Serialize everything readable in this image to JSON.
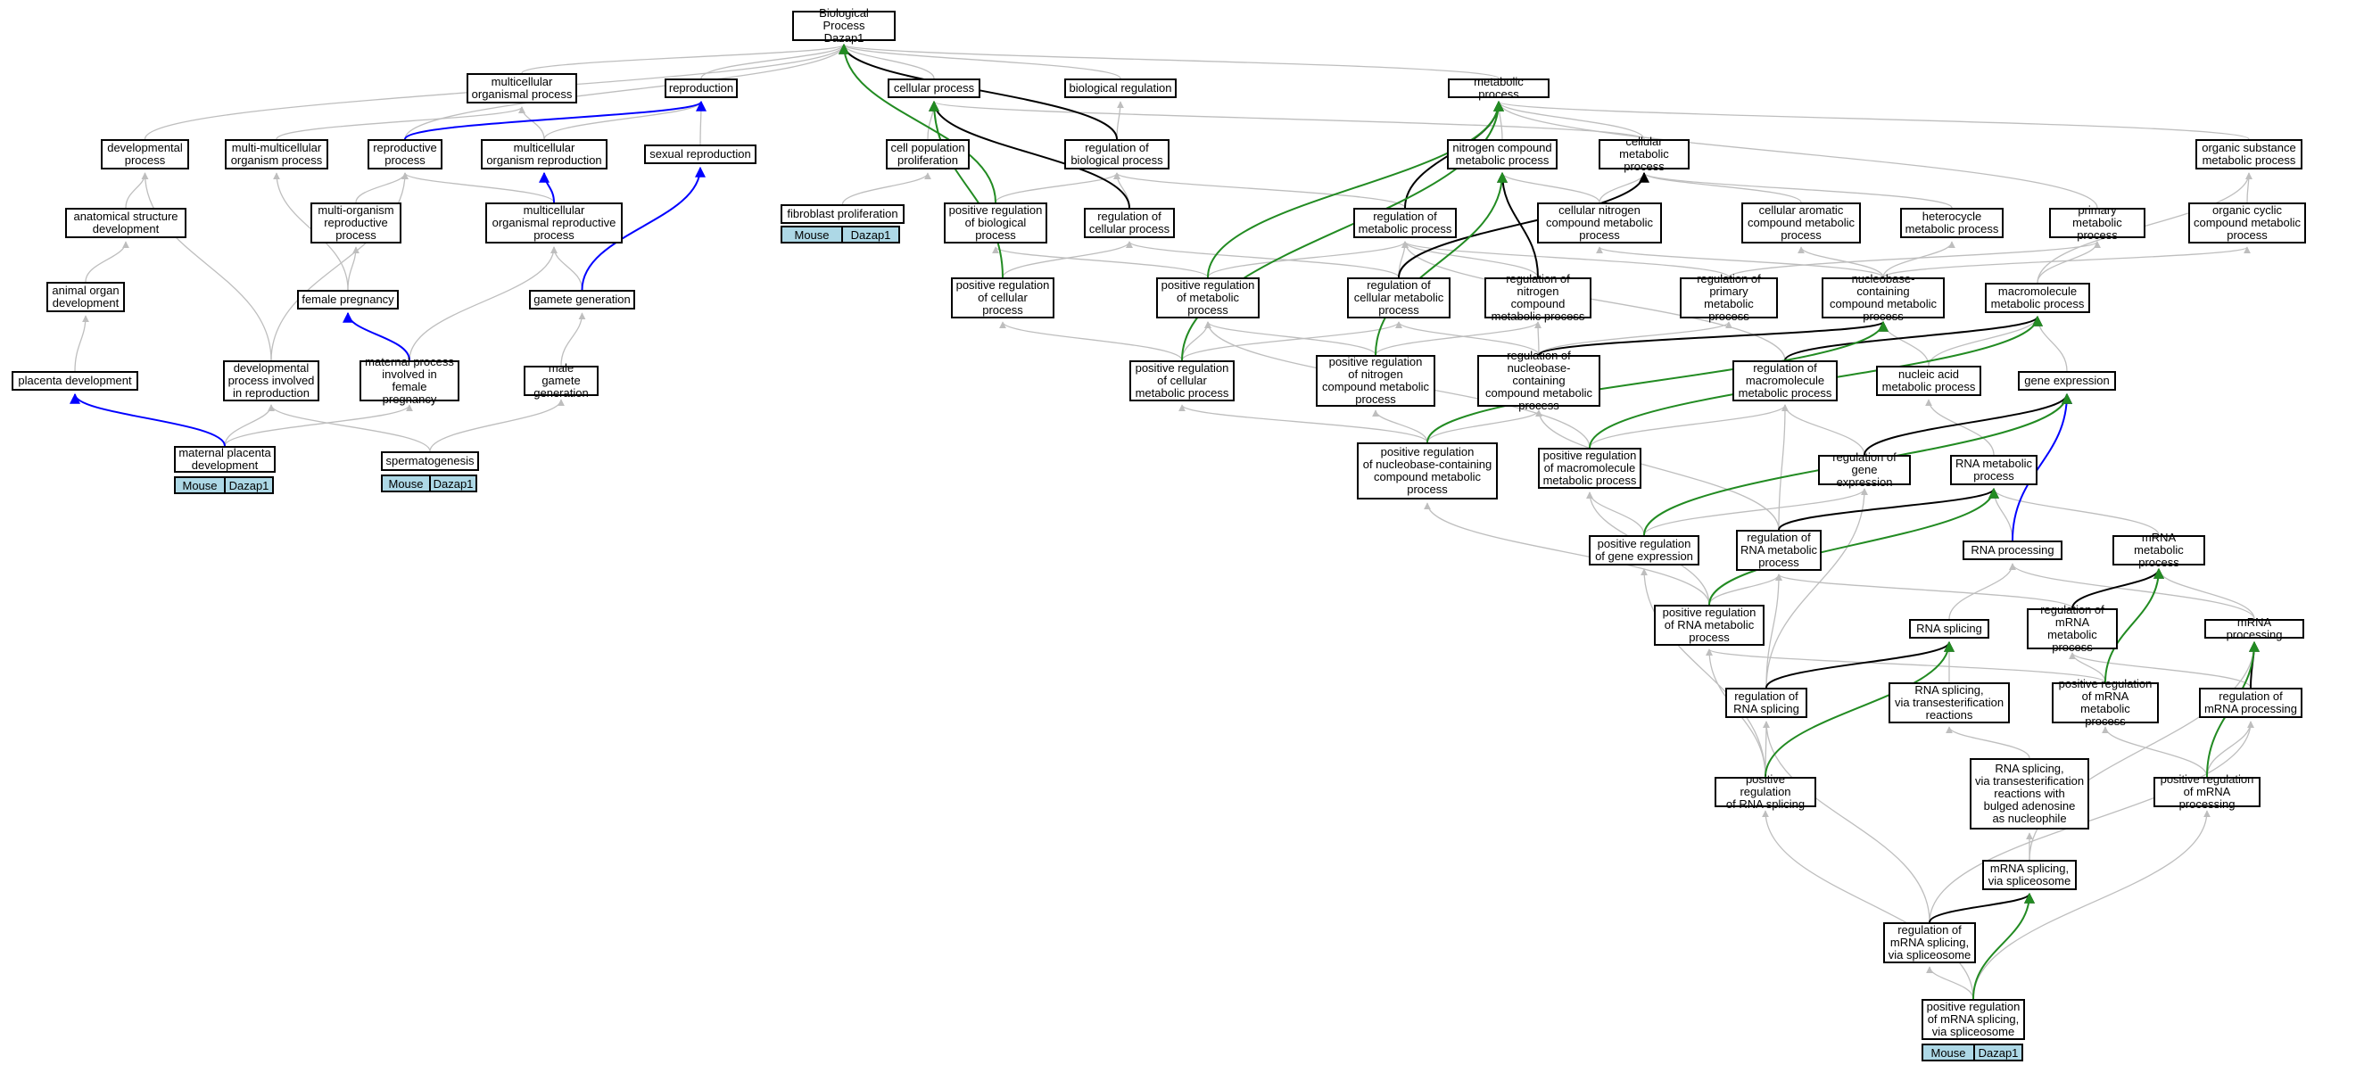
{
  "title": "Biological Process\nDazap1",
  "nodes": {
    "bp": "Biological Process\nDazap1",
    "multi_org": "multicellular\norganismal process",
    "reproduction": "reproduction",
    "cellular_process": "cellular process",
    "bio_reg": "biological regulation",
    "metabolic": "metabolic process",
    "dev_process": "developmental\nprocess",
    "mm_org": "multi-multicellular\norganism process",
    "repro_process": "reproductive\nprocess",
    "mc_org_repro": "multicellular\norganism reproduction",
    "sexual_repro": "sexual reproduction",
    "cell_pop_prolif": "cell population\nproliferation",
    "reg_bio": "regulation of\nbiological process",
    "nitrogen_comp": "nitrogen compound\nmetabolic process",
    "cell_metab": "cellular metabolic\nprocess",
    "org_subst": "organic substance\nmetabolic process",
    "anat_struct": "anatomical structure\ndevelopment",
    "multi_org_repro": "multi-organism\nreproductive\nprocess",
    "mc_org_repro_proc": "multicellular\norganismal reproductive\nprocess",
    "fibro_prolif": "fibroblast proliferation",
    "pos_reg_bio": "positive regulation\nof biological\nprocess",
    "reg_cell": "regulation of\ncellular process",
    "reg_metab": "regulation of\nmetabolic process",
    "cell_nitro": "cellular nitrogen\ncompound metabolic\nprocess",
    "cell_arom": "cellular aromatic\ncompound metabolic\nprocess",
    "heterocycle": "heterocycle\nmetabolic process",
    "primary_metab": "primary metabolic\nprocess",
    "org_cyclic": "organic cyclic\ncompound metabolic\nprocess",
    "animal_organ": "animal organ\ndevelopment",
    "female_preg": "female pregnancy",
    "gamete_gen": "gamete generation",
    "pos_reg_cell": "positive regulation\nof cellular\nprocess",
    "pos_reg_metab": "positive regulation\nof metabolic\nprocess",
    "reg_cell_metab": "regulation of\ncellular metabolic\nprocess",
    "reg_nitro": "regulation of\nnitrogen compound\nmetabolic process",
    "reg_primary": "regulation of\nprimary metabolic\nprocess",
    "nucleobase": "nucleobase-containing\ncompound metabolic\nprocess",
    "macromol": "macromolecule\nmetabolic process",
    "placenta_dev": "placenta development",
    "dev_repro": "developmental\nprocess involved\nin reproduction",
    "maternal_preg": "maternal process\ninvolved in\nfemale pregnancy",
    "male_gamete": "male gamete\ngeneration",
    "pos_reg_cell_metab": "positive regulation\nof cellular\nmetabolic process",
    "pos_reg_nitro": "positive regulation\nof nitrogen\ncompound metabolic\nprocess",
    "reg_nucleobase": "regulation of\nnucleobase-containing\ncompound metabolic\nprocess",
    "reg_macromol": "regulation of\nmacromolecule\nmetabolic process",
    "nucleic_acid": "nucleic acid\nmetabolic process",
    "gene_expr": "gene expression",
    "maternal_placenta": "maternal placenta\ndevelopment",
    "spermatogenesis": "spermatogenesis",
    "pos_reg_nucleobase": "positive regulation\nof nucleobase-containing\ncompound metabolic\nprocess",
    "pos_reg_macromol": "positive regulation\nof macromolecule\nmetabolic process",
    "reg_gene_expr": "regulation of\ngene expression",
    "rna_metab": "RNA metabolic\nprocess",
    "pos_reg_gene_expr": "positive regulation\nof gene expression",
    "reg_rna_metab": "regulation of\nRNA metabolic\nprocess",
    "rna_processing": "RNA processing",
    "mrna_metab": "mRNA metabolic\nprocess",
    "pos_reg_rna_metab": "positive regulation\nof RNA metabolic\nprocess",
    "rna_splicing": "RNA splicing",
    "reg_mrna_metab": "regulation of\nmRNA metabolic\nprocess",
    "mrna_processing": "mRNA processing",
    "reg_rna_splicing": "regulation of\nRNA splicing",
    "rna_splicing_trans": "RNA splicing,\nvia transesterification\nreactions",
    "pos_reg_mrna_metab": "positive regulation\nof mRNA metabolic\nprocess",
    "reg_mrna_processing": "regulation of\nmRNA processing",
    "pos_reg_rna_splicing": "positive regulation\nof RNA splicing",
    "rna_splicing_bulged": "RNA splicing,\nvia transesterification\nreactions with\nbulged adenosine\nas nucleophile",
    "pos_reg_mrna_processing": "positive regulation\nof mRNA processing",
    "mrna_splicing": "mRNA splicing,\nvia spliceosome",
    "reg_mrna_splicing": "regulation of\nmRNA splicing,\nvia spliceosome",
    "pos_reg_mrna_splicing": "positive regulation\nof mRNA splicing,\nvia spliceosome"
  },
  "badges": {
    "mouse": "Mouse",
    "gene": "Dazap1"
  },
  "colors": {
    "is_a": "#bebebe",
    "regulates": "#000000",
    "positively_regulates": "#228b22",
    "part_of": "#0000ff",
    "badge": "#add8e6"
  }
}
